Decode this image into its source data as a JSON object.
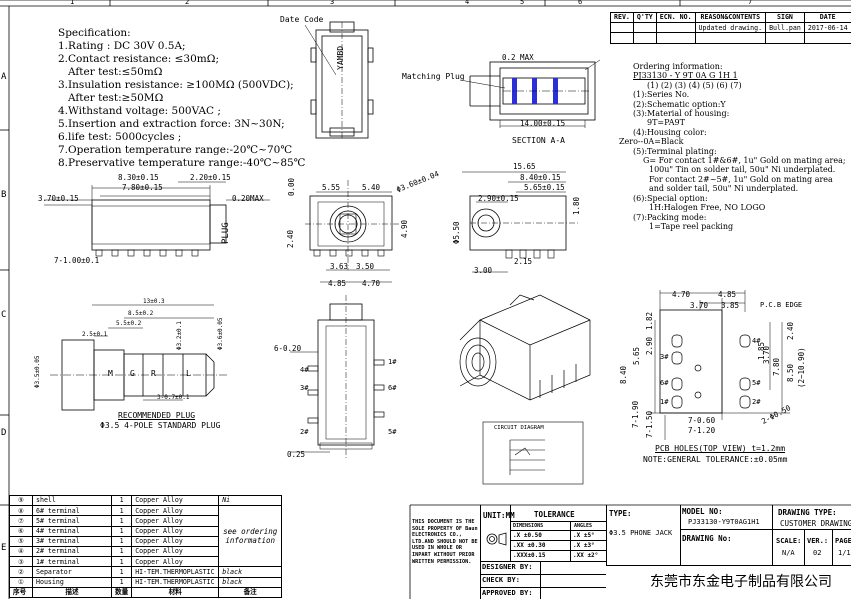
{
  "frame": {
    "col_numbers": [
      "1",
      "2",
      "3",
      "4",
      "5",
      "6",
      "7"
    ],
    "row_letters": [
      "A",
      "B",
      "C",
      "D",
      "E"
    ]
  },
  "revision": {
    "headers": [
      "REV.",
      "Q'TY",
      "ECN. NO.",
      "REASON&CONTENTS",
      "SIGN",
      "DATE"
    ],
    "rows": [
      {
        "rev": "",
        "qty": "",
        "ecn": "",
        "reason": "Updated drawing.",
        "sign": "Bull.pan",
        "date": "2017-06-14"
      }
    ]
  },
  "specification": {
    "title": "Specification:",
    "items": [
      "1.Rating : DC 30V 0.5A;",
      "2.Contact resistance: ≤30mΩ;",
      "   After test:≤50mΩ",
      "3.Insulation resistance: ≥100MΩ (500VDC);",
      "   After test:≥50MΩ",
      "4.Withstand voltage: 500VAC ;",
      "5.Insertion and extraction force: 3N~30N;",
      "6.life test: 5000cycles ;",
      "7.Operation temperature range:-20℃~70℃",
      "8.Preservative temperature range:-40℃~85℃"
    ]
  },
  "labels": {
    "date_code": "Date Code",
    "matching_plug": "Matching Plug",
    "section_aa": "SECTION A-A",
    "recommended_plug": "RECOMMENDED PLUG",
    "plug_standard": "Φ3.5 4-POLE STANDARD PLUG",
    "plug_vertical": "PLUG",
    "pcb_holes": "PCB HOLES(TOP VIEW) t=1.2mm",
    "tolerance_note": "NOTE:GENERAL TOLERANCE:±0.05mm",
    "pcb_edge": "P.C.B EDGE",
    "circuit_diagram": "CIRCUIT DIAGRAM",
    "stamp": "YAMBD",
    "plug_letters": [
      "M",
      "G",
      "R",
      "L"
    ]
  },
  "ordering": {
    "title": "Ordering information:",
    "code": "PJ33130 - Y  9T  0A G 1H 1",
    "positions": "(1)    (2) (3) (4) (5) (6) (7)",
    "lines": [
      "(1):Series No.",
      "(2):Schematic option:Y",
      "(3):Material of housing:",
      "    9T=PA9T",
      "(4):Housing color:",
      "Zero--0A=Black",
      "(5):Terminal plating:",
      "  G= For contact 1#&6#, 1u\" Gold on mating area;",
      "    100u\" Tin on solder tail, 50u\" Ni underplated.",
      "    For contact 2#~5#, 1u\" Gold on mating area",
      "    and solder tail, 50u\" Ni underplated.",
      "(6):Special option:",
      "    1H:Halogen Free, NO LOGO",
      "(7):Packing mode:",
      "    1=Tape reel packing"
    ]
  },
  "dims": {
    "d_02max": "0.2 MAX",
    "d_1400": "14.00±0.15",
    "d_830": "8.30±0.15",
    "d_780": "7.80±0.15",
    "d_220": "2.20±0.15",
    "d_370": "3.70±0.15",
    "d_020max": "0.20MAX",
    "d_7x100": "7-1.00±0.1",
    "d_000": "0.00",
    "d_555": "5.55",
    "d_540": "5.40",
    "d_phi360": "Φ3.60±0.04",
    "d_240": "2.40",
    "d_490": "4.90",
    "d_363": "3.63",
    "d_350": "3.50",
    "d_485a": "4.85",
    "d_470a": "4.70",
    "d_1565": "15.65",
    "d_840": "8.40±0.15",
    "d_565": "5.65±0.15",
    "d_290": "2.90±0.15",
    "d_phi550": "Φ5.50",
    "d_180": "1.80",
    "d_215": "2.15",
    "d_300": "3.00",
    "d_13": "13±0.3",
    "d_85": "8.5±0.2",
    "d_55": "5.5±0.2",
    "d_25": "2.5±0.1",
    "d_phi35": "Φ3.5±0.05",
    "d_phi32": "Φ3.2±0.1",
    "d_phi36": "Φ3.6±0.05",
    "d_3x07": "3-0.7±0.1",
    "d_6x020": "6-0.20",
    "d_025": "0.25",
    "d_470b": "4.70",
    "d_485b": "4.85",
    "d_370b": "3.70",
    "d_385": "3.85",
    "d_182": "1.82",
    "d_290b": "2.90",
    "d_565b": "5.65",
    "d_840b": "8.40",
    "d_185": "1.85",
    "d_370c": "3.70",
    "d_780b": "7.80",
    "d_850": "8.50",
    "d_1090": "(2~10.90)",
    "d_240b": "2.40",
    "d_7x190": "7-1.90",
    "d_7x150": "7-1.50",
    "d_7x060": "7-0.60",
    "d_7x120": "7-1.20",
    "d_2x050": "2-Φ0.50"
  },
  "pins": [
    "1#",
    "2#",
    "3#",
    "4#",
    "5#",
    "6#"
  ],
  "bom": {
    "rows": [
      {
        "no": "⑨",
        "name": "shell",
        "qty": "1",
        "material": "Copper Alloy",
        "note": "Ni"
      },
      {
        "no": "⑧",
        "name": "6# terminal",
        "qty": "1",
        "material": "Copper Alloy",
        "note": ""
      },
      {
        "no": "⑦",
        "name": "5# terminal",
        "qty": "1",
        "material": "Copper Alloy",
        "note": ""
      },
      {
        "no": "⑥",
        "name": "4# terminal",
        "qty": "1",
        "material": "Copper Alloy",
        "note": ""
      },
      {
        "no": "⑤",
        "name": "3# terminal",
        "qty": "1",
        "material": "Copper Alloy",
        "note": ""
      },
      {
        "no": "④",
        "name": "2# terminal",
        "qty": "1",
        "material": "Copper Alloy",
        "note": ""
      },
      {
        "no": "③",
        "name": "1# terminal",
        "qty": "1",
        "material": "Copper Alloy",
        "note": ""
      },
      {
        "no": "②",
        "name": "Separator",
        "qty": "1",
        "material": "HI-TEM.THERMOPLASTIC",
        "note": "black"
      },
      {
        "no": "①",
        "name": "Housing",
        "qty": "1",
        "material": "HI-TEM.THERMOPLASTIC",
        "note": "black"
      }
    ],
    "merged_note": "see ordering information",
    "headers": [
      "序号",
      "描述",
      "数量",
      "材料",
      "备注"
    ]
  },
  "title_block": {
    "disclaimer": "THIS DOCUMENT IS THE SOLE PROPERTY OF Baun ELECTRONICS CO., LTD.AND SHOULD NOT BE USED IN WHOLE OR INPART WITHOUT PRIOR WRITTEN PERMISSION.",
    "unit": "UNIT:MM",
    "tolerance": "TOLERANCE",
    "dimensions": "DIMENSIONS",
    "angles": "ANGLES",
    "tol_rows": [
      {
        "dim": ".X  ±0.50",
        "ang": ".X  ±5°"
      },
      {
        "dim": ".XX ±0.30",
        "ang": ".X  ±3°"
      },
      {
        "dim": ".XXX±0.15",
        "ang": ".XX ±2°"
      }
    ],
    "type_label": "TYPE:",
    "type_value": "Φ3.5 PHONE JACK",
    "model_label": "MODEL NO:",
    "model_value": "PJ33130-Y9T0AG1H1",
    "drawing_no": "DRAWING No:",
    "drawing_type": "DRAWING TYPE:",
    "drawing_type_value": "CUSTOMER DRAWING",
    "scale_label": "SCALE:",
    "scale_value": "N/A",
    "ver_label": "VER.:",
    "ver_value": "02",
    "page_label": "PAGE",
    "page_value": "1/1",
    "designer": "DESIGNER BY:",
    "check": "CHECK   BY:",
    "approved": "APPROVED BY:",
    "company": "东莞市东金电子制品有限公司"
  }
}
